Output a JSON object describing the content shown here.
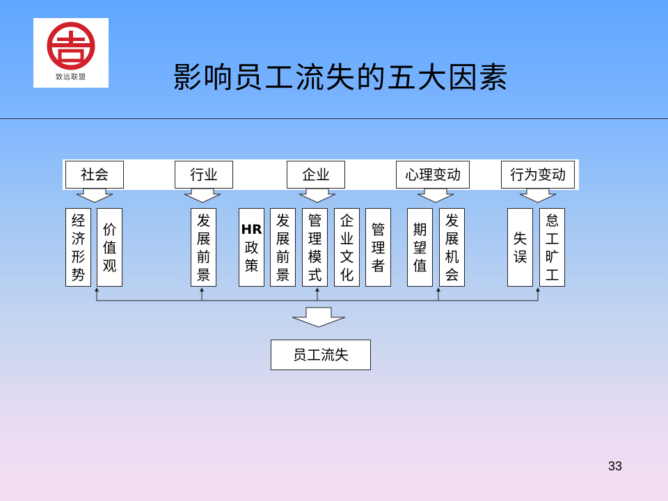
{
  "logo": {
    "text": "致远联盟"
  },
  "title": "影响员工流失的五大因素",
  "categories": [
    "社会",
    "行业",
    "企业",
    "心理变动",
    "行为变动"
  ],
  "factors": [
    [
      "经济形势",
      "价值观"
    ],
    [
      "发展前景"
    ],
    [
      "HR政策",
      "发展前景",
      "管理模式",
      "企业文化",
      "管理者"
    ],
    [
      "期望值",
      "发展机会"
    ],
    [
      "失误",
      "怠工旷工"
    ]
  ],
  "factor_labels": {
    "hr_latin": "HR",
    "hr_rest": "政策"
  },
  "result": "员工流失",
  "page_number": "33"
}
